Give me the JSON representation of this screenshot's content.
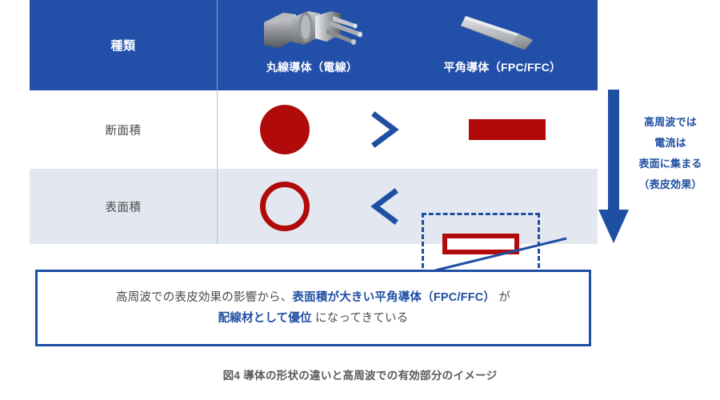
{
  "figure": {
    "caption": "図4 導体の形状の違いと高周波での有効部分のイメージ"
  },
  "colors": {
    "header_blue": "#2250A8",
    "accent_blue": "#1F4FA3",
    "shape_red": "#B00A0A",
    "row_alt_bg": "#E3E8F0",
    "text_gray": "#4A4A4A"
  },
  "table": {
    "rows": [
      {
        "label": "種類",
        "type": "header",
        "columns": [
          {
            "caption": "丸線導体（電線）",
            "image": "round-wire-cable-photo"
          },
          {
            "caption": "平角導体（FPC/FFC）",
            "image": "flat-ribbon-cable-photo"
          }
        ]
      },
      {
        "label": "断面積",
        "type": "cross-section",
        "left_shape": "filled-circle",
        "comparator": "＞",
        "right_shape": "filled-bar",
        "highlighted": false
      },
      {
        "label": "表面積",
        "type": "surface-area",
        "left_shape": "hollow-circle",
        "comparator": "＜",
        "right_shape": "hollow-bar",
        "highlighted": true
      }
    ]
  },
  "side_note": {
    "arrow": "down-arrow",
    "lines": [
      "高周波では",
      "電流は",
      "表面に集まる",
      "（表皮効果）"
    ]
  },
  "callout": {
    "line1": {
      "pre": "高周波での表皮効果の影響から、",
      "emphasis": "表面積が大きい平角導体（FPC/FFC）",
      "post": " が"
    },
    "line2": {
      "emphasis": "配線材として優位",
      "post": " になってきている"
    }
  }
}
